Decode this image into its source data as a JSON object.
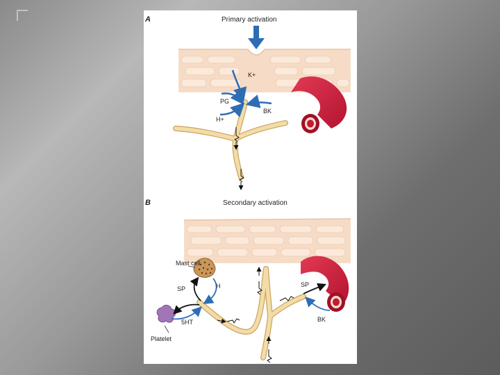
{
  "panel_a": {
    "letter": "A",
    "title": "Primary activation",
    "labels": {
      "k": "K+",
      "pg": "PG",
      "bk": "BK",
      "h": "H+"
    }
  },
  "panel_b": {
    "letter": "B",
    "title": "Secondary activation",
    "labels": {
      "mast_cell": "Mast cell",
      "sp_left": "SP",
      "h": "H",
      "sp_right": "SP",
      "bk": "BK",
      "ht": "5HT",
      "platelet": "Platelet"
    }
  },
  "colors": {
    "arrow": "#2e6db4",
    "nerve": "#f3dca8",
    "nerve_outline": "#c9a561",
    "skin": "#f6dcc6",
    "skin_cell": "#fbe9da",
    "vessel": "#d81f3c",
    "vessel_dark": "#a0102a",
    "mast_cell": "#c9965a",
    "platelet": "#a275b6"
  }
}
